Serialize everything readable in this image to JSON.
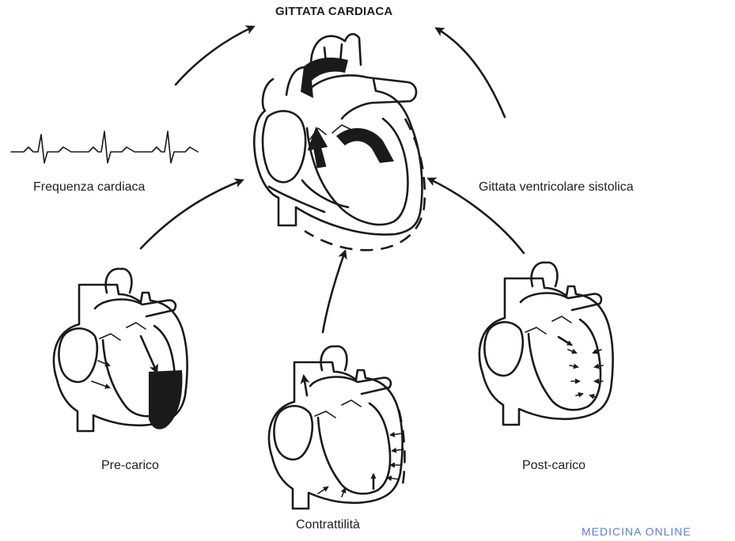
{
  "title": "GITTATA CARDIACA",
  "labels": {
    "heart_rate": "Frequenza cardiaca",
    "stroke_volume": "Gittata ventricolare sistolica",
    "preload": "Pre-carico",
    "contractility": "Contrattilità",
    "afterload": "Post-carico"
  },
  "watermark": "MEDICINA ONLINE",
  "colors": {
    "ink": "#1a1a1a",
    "background": "#ffffff",
    "watermark": "#5b7fd6"
  }
}
